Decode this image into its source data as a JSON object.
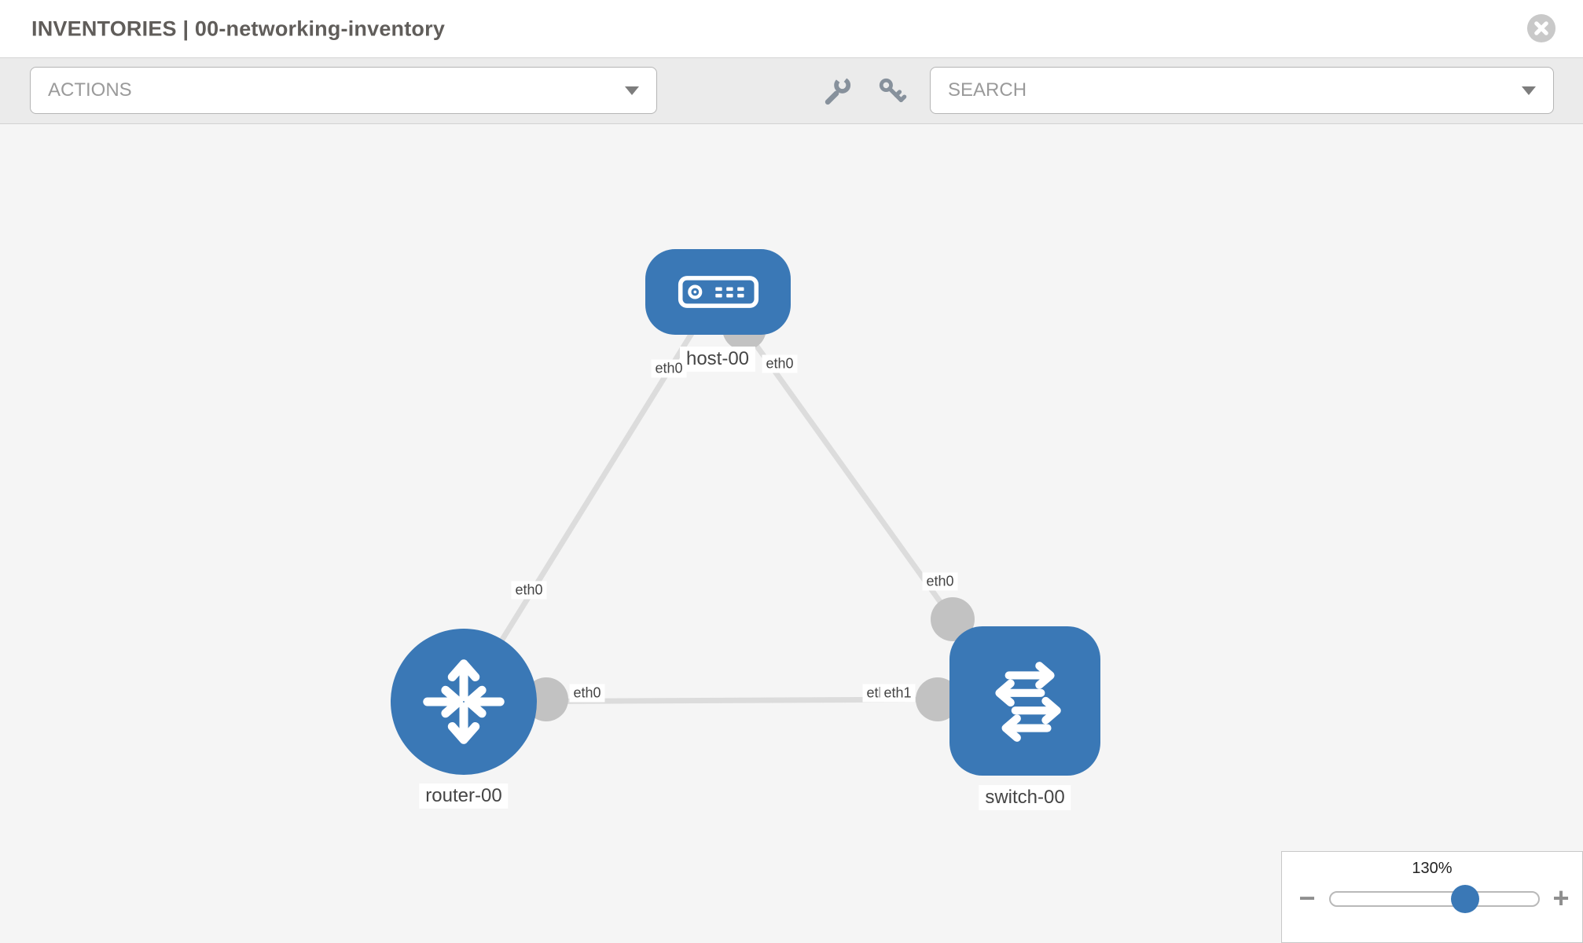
{
  "window": {
    "title": "INVENTORIES | 00-networking-inventory",
    "close_icon": "close-icon"
  },
  "toolbar": {
    "actions": {
      "label": "ACTIONS",
      "icon": "caret-down-icon"
    },
    "search": {
      "label": "SEARCH",
      "icon": "caret-down-icon"
    },
    "tools": [
      {
        "icon": "wrench-icon"
      },
      {
        "icon": "key-icon"
      }
    ]
  },
  "topology": {
    "nodes": [
      {
        "label": "host-00",
        "type": "host",
        "icon": "host-icon"
      },
      {
        "label": "router-00",
        "type": "router",
        "icon": "router-icon"
      },
      {
        "label": "switch-00",
        "type": "switch",
        "icon": "switch-icon"
      }
    ],
    "interfaces": {
      "host_left": "eth0",
      "host_right": "eth0",
      "router_top": "eth0",
      "router_right": "eth0",
      "switch_top": "eth0",
      "switch_left_under": "eth0",
      "switch_left_over": "eth1"
    },
    "links": [
      {
        "from": "host-00",
        "to": "router-00"
      },
      {
        "from": "host-00",
        "to": "switch-00"
      },
      {
        "from": "router-00",
        "to": "switch-00"
      }
    ]
  },
  "zoom": {
    "level": "130%",
    "minus": "−",
    "plus": "+"
  },
  "colors": {
    "accent_blue": "#3a78b6",
    "connector_gray": "#c2c2c2",
    "link_gray": "#dcdcdc",
    "toolbar_gray": "#ebebeb",
    "canvas_gray": "#f5f5f5"
  }
}
